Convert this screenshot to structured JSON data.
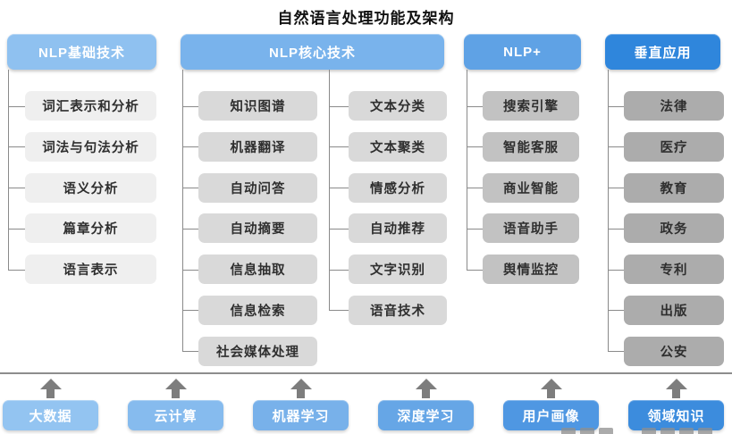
{
  "title": "自然语言处理功能及架构",
  "columns": [
    {
      "header": "NLP基础技术",
      "items": [
        "词汇表示和分析",
        "词法与句法分析",
        "语义分析",
        "篇章分析",
        "语言表示"
      ]
    },
    {
      "header": "NLP核心技术",
      "items_left": [
        "知识图谱",
        "机器翻译",
        "自动问答",
        "自动摘要",
        "信息抽取",
        "信息检索",
        "社会媒体处理"
      ],
      "items_right": [
        "文本分类",
        "文本聚类",
        "情感分析",
        "自动推荐",
        "文字识别",
        "语音技术"
      ]
    },
    {
      "header": "NLP+",
      "items": [
        "搜索引擎",
        "智能客服",
        "商业智能",
        "语音助手",
        "舆情监控"
      ]
    },
    {
      "header": "垂直应用",
      "items": [
        "法律",
        "医疗",
        "教育",
        "政务",
        "专利",
        "出版",
        "公安"
      ]
    }
  ],
  "foundation": {
    "items": [
      "大数据",
      "云计算",
      "机器学习",
      "深度学习",
      "用户画像",
      "领域知识"
    ]
  },
  "colors": {
    "header_blues": [
      "#8fc1f0",
      "#79b3ec",
      "#5fa2e5",
      "#2f86dc"
    ],
    "column_grays": [
      "#efefef",
      "#d9d9d9",
      "#c2c2c2",
      "#acacac"
    ],
    "foundation_blues": [
      "#93c4f1",
      "#86bbee",
      "#78b1ea",
      "#66a6e6",
      "#4f97e2",
      "#3c8cdd"
    ],
    "connector_gray": "#8a8a8a",
    "arrow_gray": "#7d7d7d",
    "box_text": "#2f2f2f"
  }
}
